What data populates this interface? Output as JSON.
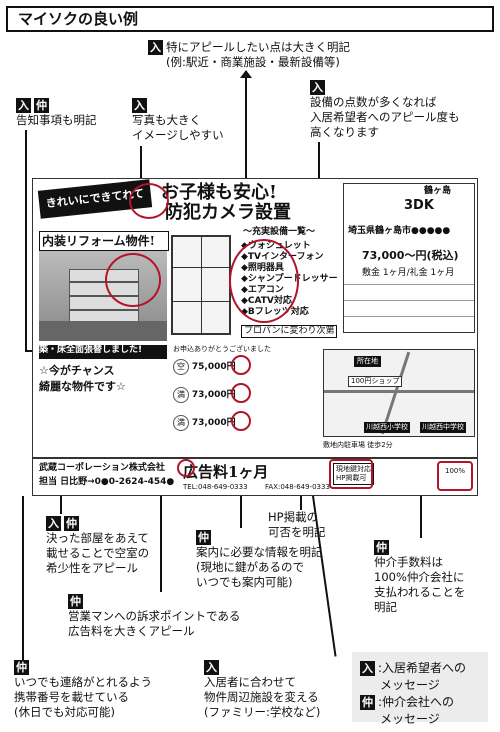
{
  "header": {
    "title": "マイソクの良い例"
  },
  "legend": {
    "badge_tenant": "入",
    "tenant_text": ":入居希望者への",
    "tenant_text2": "メッセージ",
    "badge_agent": "仲",
    "agent_text": ":仲介会社への",
    "agent_text2": "メッセージ"
  },
  "callouts": {
    "top_center": {
      "badge": "入",
      "line1": "特にアピールしたい点は大きく明記",
      "line2": "(例:駅近・商業施設・最新設備等)"
    },
    "top_left": {
      "badge1": "入",
      "badge2": "仲",
      "line1": "告知事項も明記"
    },
    "top_photo": {
      "badge": "入",
      "line1": "写真も大きく",
      "line2": "イメージしやすい"
    },
    "top_right": {
      "badge": "入",
      "line1": "設備の点数が多くなれば",
      "line2": "入居希望者へのアピール度も",
      "line3": "高くなります"
    },
    "bottom_vacancy": {
      "badge1": "入",
      "badge2": "仲",
      "line1": "決った部屋をあえて",
      "line2": "載せることで空室の",
      "line3": "希少性をアピール"
    },
    "bottom_hp": {
      "line1": "HP掲載の",
      "line2": "可否を明記"
    },
    "bottom_guide": {
      "badge": "仲",
      "line1": "案内に必要な情報を明記",
      "line2": "(現地に鍵があるので",
      "line3": "いつでも案内可能)"
    },
    "bottom_fee": {
      "badge": "仲",
      "line1": "仲介手数料は",
      "line2": "100%仲介会社に",
      "line3": "支払われることを",
      "line4": "明記"
    },
    "bottom_ad": {
      "badge": "仲",
      "line1": "営業マンへの訴求ポイントである",
      "line2": "広告料を大きくアピール"
    },
    "bottom_phone": {
      "badge": "仲",
      "line1": "いつでも連絡がとれるよう",
      "line2": "携帯番号を載せている",
      "line3": "(休日でも対応可能)"
    },
    "bottom_facility": {
      "badge": "入",
      "line1": "入居者に合わせて",
      "line2": "物件周辺施設を変える",
      "line3": "(ファミリー:学校など)"
    }
  },
  "flyer": {
    "banner": "きれいにできてれてま!",
    "headline": "お子様も安心!",
    "headline2": "防犯カメラ設置",
    "reform": "内装リフォーム物件!",
    "equipment_title": "〜充実設備一覧〜",
    "equipment": [
      "ウォシュレット",
      "TVインターフォン",
      "照明器具",
      "シャンプードレッサー",
      "エアコン",
      "CATV対応",
      "Bフレッツ対応"
    ],
    "propane": "プロパンに変わり次第",
    "notice": "築・床全面張替しました!",
    "chance": "☆今がチャンス",
    "rare": "綺麗な物件です☆",
    "thanks": "お申込ありがとうございました",
    "rooms": [
      {
        "label": "空",
        "price": "75,000円"
      },
      {
        "label": "満",
        "price": "73,000円"
      },
      {
        "label": "満",
        "price": "73,000円"
      }
    ],
    "layout": "3DK",
    "station": "鶴ヶ島",
    "address": "埼玉県鶴ヶ島市●●●●●",
    "rent": "73,000〜円(税込)",
    "deposit": "敷金 1ヶ月/礼金 1ヶ月",
    "ad_fee": "広告料1ヶ月",
    "map_school": "川越西小学校",
    "map_school2": "川越西中学校",
    "map_shop": "100円ショップ",
    "map_location": "所在地",
    "map_parking": "敷地内駐車場 徒歩2分",
    "onsite": "現地鍵対応",
    "hp_ok": "HP掲載可",
    "fee_rate": "100%"
  },
  "footer_card": {
    "company": "武蔵コーポレーション株式会社",
    "person": "担当 日比野→0●0-2624-454●",
    "tel": "TEL:048-649-0333",
    "fax": "FAX:048-649-0333"
  }
}
